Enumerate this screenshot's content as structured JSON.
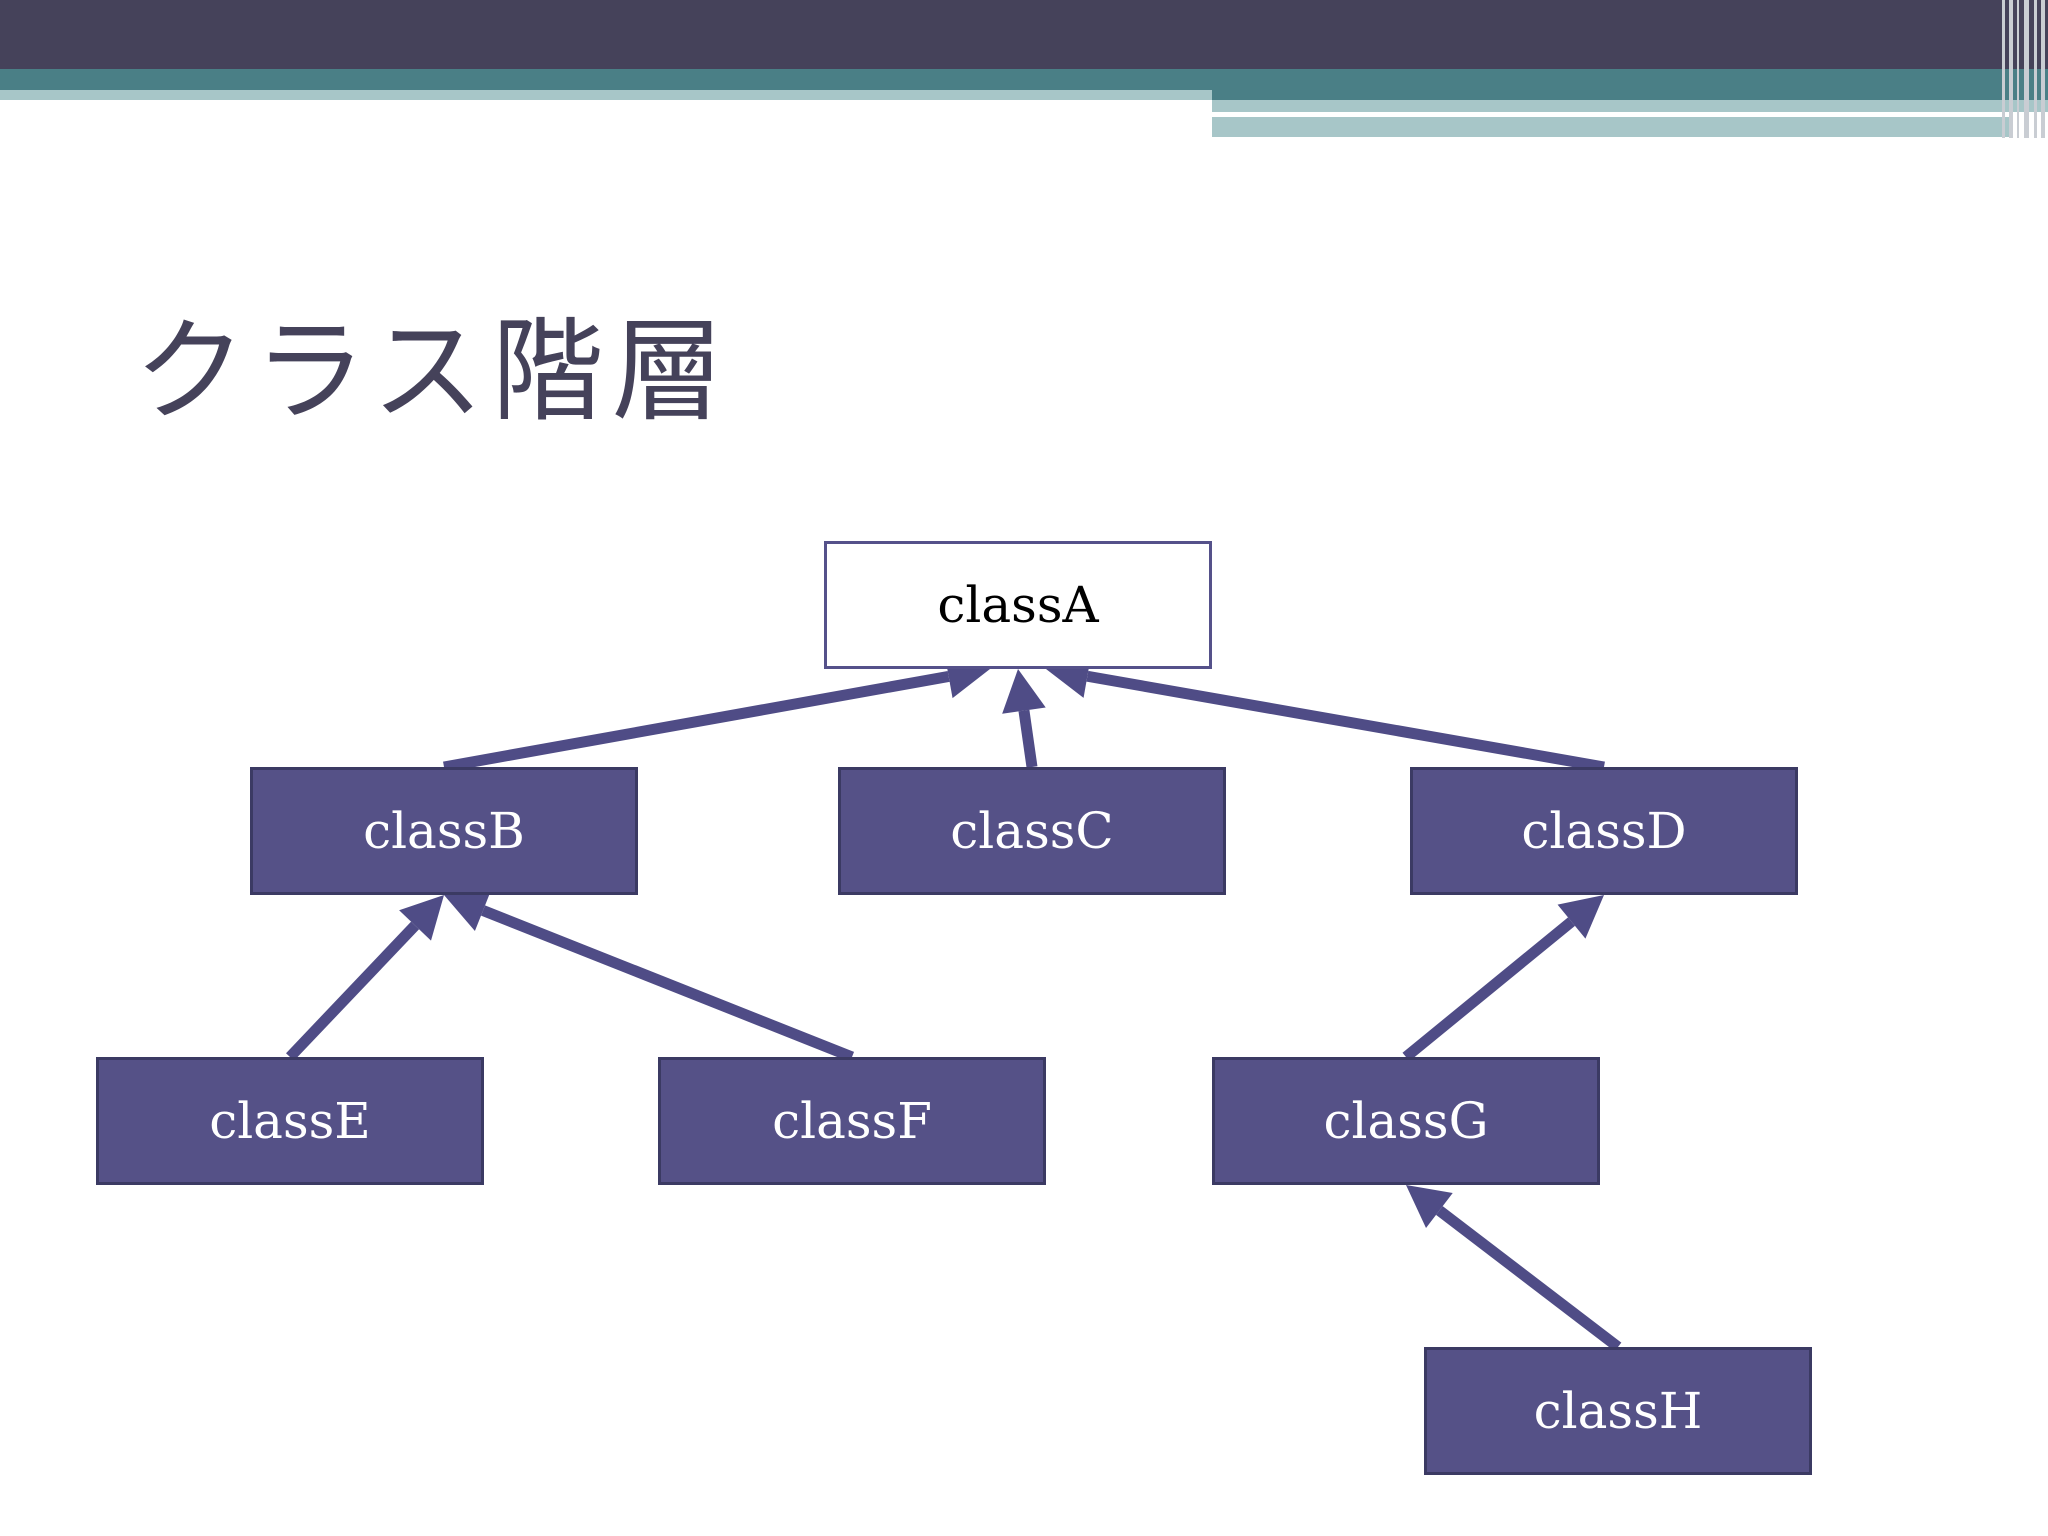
{
  "slide": {
    "title": "クラス階層"
  },
  "diagram": {
    "type": "class-hierarchy",
    "nodes": [
      {
        "id": "classA",
        "label": "classA",
        "style": "outline"
      },
      {
        "id": "classB",
        "label": "classB",
        "style": "filled"
      },
      {
        "id": "classC",
        "label": "classC",
        "style": "filled"
      },
      {
        "id": "classD",
        "label": "classD",
        "style": "filled"
      },
      {
        "id": "classE",
        "label": "classE",
        "style": "filled"
      },
      {
        "id": "classF",
        "label": "classF",
        "style": "filled"
      },
      {
        "id": "classG",
        "label": "classG",
        "style": "filled"
      },
      {
        "id": "classH",
        "label": "classH",
        "style": "filled"
      }
    ],
    "edges": [
      {
        "from": "classB",
        "to": "classA"
      },
      {
        "from": "classC",
        "to": "classA"
      },
      {
        "from": "classD",
        "to": "classA"
      },
      {
        "from": "classE",
        "to": "classB"
      },
      {
        "from": "classF",
        "to": "classB"
      },
      {
        "from": "classG",
        "to": "classD"
      },
      {
        "from": "classH",
        "to": "classG"
      }
    ]
  },
  "colors": {
    "node_fill": "#555187",
    "node_border": "#3b3a63",
    "edge": "#4f4c86",
    "title": "#45425a",
    "header_dark": "#45425a",
    "header_teal": "#4a7f86",
    "header_light": "#a7c6c8"
  }
}
